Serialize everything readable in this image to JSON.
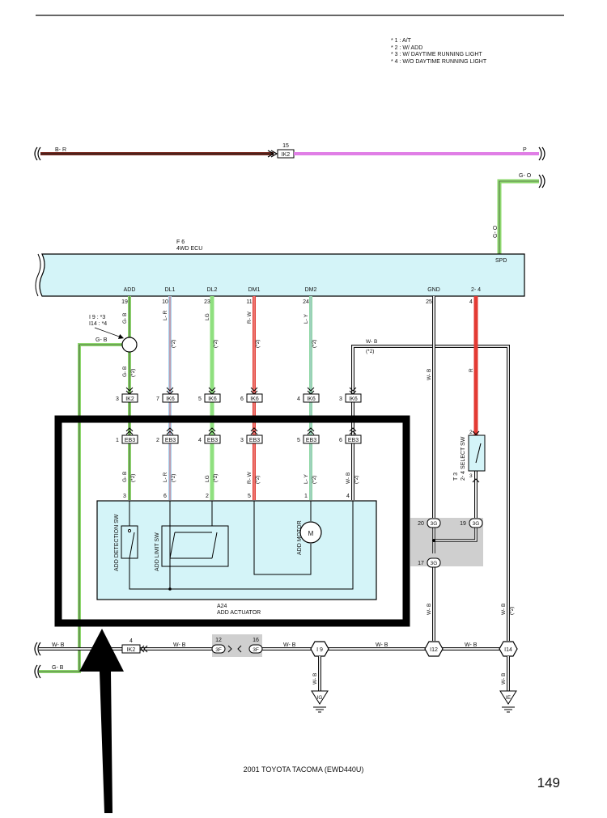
{
  "notes": [
    "* 1 : A/T",
    "* 2 : W/ ADD",
    "* 3 : W/ DAYTIME RUNNING LIGHT",
    "* 4 : W/O DAYTIME RUNNING LIGHT"
  ],
  "top_wire": {
    "left_color": "B- R",
    "pin": "15",
    "connector": "IK2",
    "right_color": "P"
  },
  "go_wire": {
    "color": "G- O"
  },
  "ecu": {
    "id": "F 6",
    "name": "4WD ECU",
    "spd_label": "SPD",
    "terminals": [
      {
        "name": "ADD",
        "pin": "19"
      },
      {
        "name": "DL1",
        "pin": "10"
      },
      {
        "name": "DL2",
        "pin": "23"
      },
      {
        "name": "DM1",
        "pin": "11"
      },
      {
        "name": "DM2",
        "pin": "24"
      },
      {
        "name": "GND",
        "pin": "25"
      },
      {
        "name": "2- 4",
        "pin": "4"
      }
    ]
  },
  "junction_label": [
    "I 9 : *3",
    "I14 : *4"
  ],
  "wire_labels": {
    "gb": "G- B",
    "lr": "L- R",
    "lg": "LG",
    "rw": "R- W",
    "ly": "L- Y",
    "wb": "W- B",
    "r": "R",
    "note2": "(*2)"
  },
  "ik_connectors": [
    {
      "pin": "3",
      "name": "IK2"
    },
    {
      "pin": "7",
      "name": "IK6"
    },
    {
      "pin": "5",
      "name": "IK6"
    },
    {
      "pin": "6",
      "name": "IK6"
    },
    {
      "pin": "4",
      "name": "IK6"
    },
    {
      "pin": "3",
      "name": "IK6"
    }
  ],
  "eb_connectors": [
    {
      "pin": "1",
      "name": "EB3"
    },
    {
      "pin": "2",
      "name": "EB3"
    },
    {
      "pin": "4",
      "name": "EB3"
    },
    {
      "pin": "3",
      "name": "EB3"
    },
    {
      "pin": "5",
      "name": "EB3"
    },
    {
      "pin": "6",
      "name": "EB3"
    }
  ],
  "actuator_pins": [
    "3",
    "6",
    "2",
    "5",
    "1",
    "4"
  ],
  "actuator": {
    "id": "A24",
    "name": "ADD ACTUATOR",
    "detection_sw": "ADD DETECTION SW",
    "limit_sw": "ADD LIMIT SW",
    "motor": "ADD MOTOR"
  },
  "select_sw": {
    "id": "T 3",
    "name": "2- 4 SELECT SW",
    "pin_top": "2",
    "pin_bottom": "3"
  },
  "ground_connectors": [
    {
      "pin": "20",
      "name": "3G"
    },
    {
      "pin": "19",
      "name": "3G"
    },
    {
      "pin": "17",
      "name": "3G"
    }
  ],
  "bottom_bus": {
    "pin": "4",
    "connector": "IK2",
    "conn3f_pins": [
      "12",
      "16"
    ],
    "conn3f_name": "3F",
    "junctions": [
      "I 9",
      "I12",
      "I14"
    ],
    "grounds": [
      "IG",
      "IE"
    ]
  },
  "footer": "2001 TOYOTA TACOMA (EWD440U)",
  "page_number": "149"
}
